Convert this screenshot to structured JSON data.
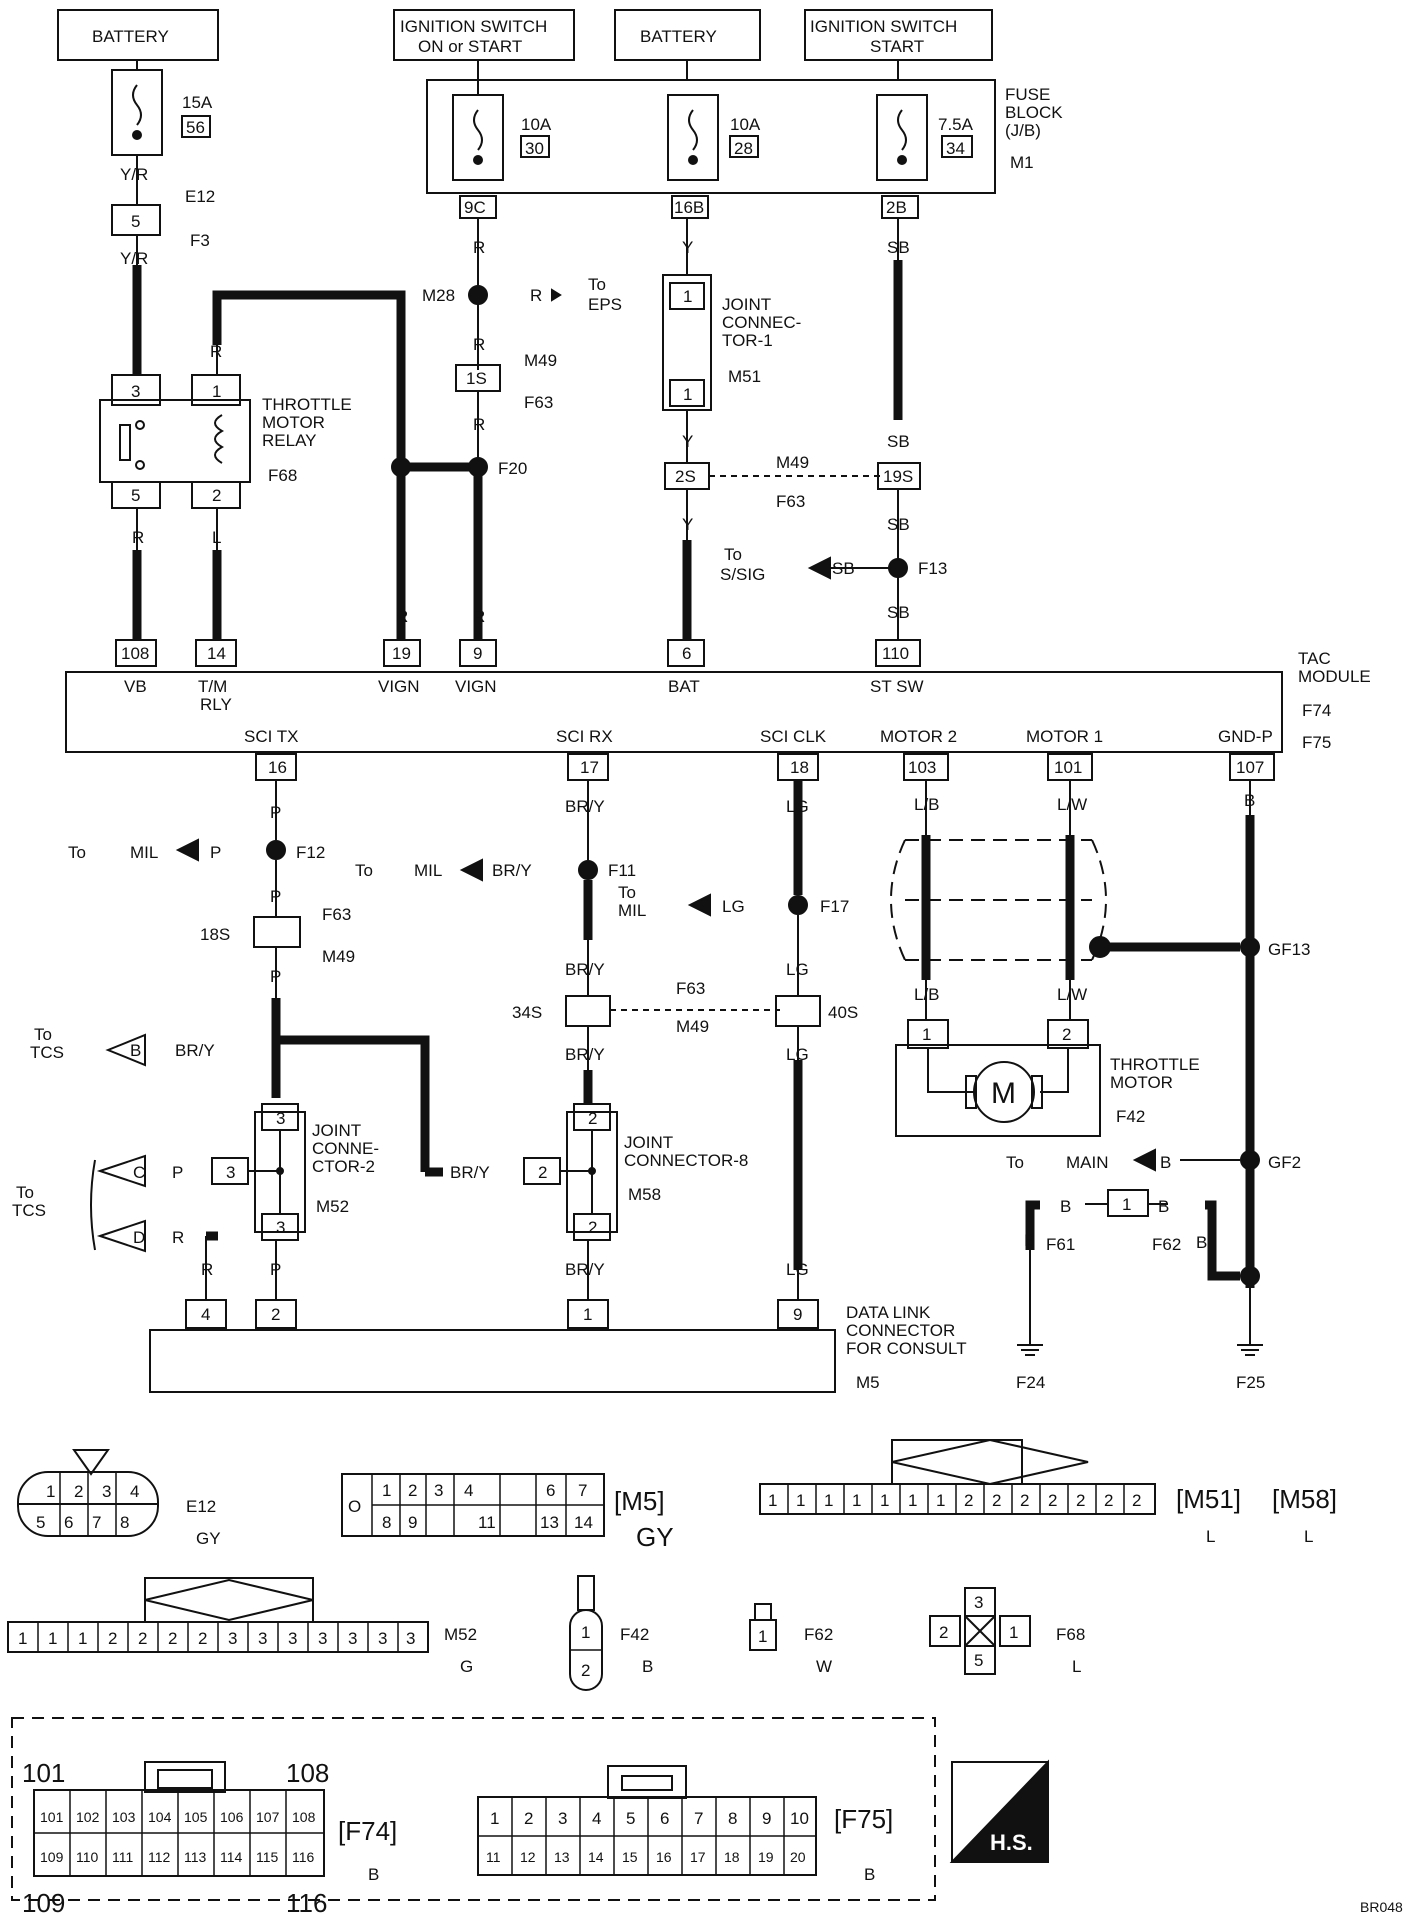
{
  "sources": [
    {
      "id": "s1",
      "label": "BATTERY"
    },
    {
      "id": "s2",
      "line1": "IGNITION SWITCH",
      "line2": "ON or START"
    },
    {
      "id": "s3",
      "label": "BATTERY"
    },
    {
      "id": "s4",
      "line1": "IGNITION SWITCH",
      "line2": "START"
    }
  ],
  "fuses": [
    {
      "amp": "15A",
      "num": "56"
    },
    {
      "amp": "10A",
      "num": "30"
    },
    {
      "amp": "10A",
      "num": "28"
    },
    {
      "amp": "7.5A",
      "num": "34"
    }
  ],
  "fuse_block": {
    "line1": "FUSE",
    "line2": "BLOCK",
    "line3": "(J/B)",
    "conn": "M1"
  },
  "terminals_top": {
    "t9c": "9C",
    "t16b": "16B",
    "t2b": "2B"
  },
  "wires": {
    "yr": "Y/R",
    "r": "R",
    "y": "Y",
    "sb": "SB",
    "l": "L",
    "p": "P",
    "bry": "BR/Y",
    "lg": "LG",
    "lb": "L/B",
    "lw": "L/W",
    "b": "B"
  },
  "connectors": {
    "e12": "E12",
    "f3": "F3",
    "m49": "M49",
    "f63": "F63",
    "m51": "M51",
    "f68": "F68",
    "f74": "F74",
    "f75": "F75",
    "m52": "M52",
    "m58": "M58",
    "m5": "M5",
    "f42": "F42",
    "f61": "F61",
    "f62": "F62",
    "f24": "F24",
    "f25": "F25"
  },
  "junctions": {
    "m28": "M28",
    "f20": "F20",
    "f13": "F13",
    "f12": "F12",
    "f11": "F11",
    "f17": "F17",
    "gf13": "GF13",
    "gf2": "GF2"
  },
  "pins": {
    "p5": "5",
    "p3": "3",
    "p1": "1",
    "p2": "2",
    "p1s": "1S",
    "p2s": "2S",
    "p19s": "19S",
    "p18s": "18S",
    "p34s": "34S",
    "p40s": "40S",
    "p108": "108",
    "p14": "14",
    "p19": "19",
    "p9": "9",
    "p6": "6",
    "p110": "110",
    "p16": "16",
    "p17": "17",
    "p18": "18",
    "p103": "103",
    "p101": "101",
    "p107": "107",
    "p4": "4"
  },
  "relay": {
    "line1": "THROTTLE",
    "line2": "MOTOR",
    "line3": "RELAY"
  },
  "joint1": {
    "line1": "JOINT",
    "line2": "CONNEC-",
    "line3": "TOR-1"
  },
  "joint2": {
    "line1": "JOINT",
    "line2": "CONNE-",
    "line3": "CTOR-2"
  },
  "joint8": {
    "line1": "JOINT",
    "line2": "CONNECTOR-8"
  },
  "motor": {
    "line1": "THROTTLE",
    "line2": "MOTOR",
    "symbol": "M"
  },
  "dlc": {
    "line1": "DATA LINK",
    "line2": "CONNECTOR",
    "line3": "FOR CONSULT"
  },
  "tac": {
    "line1": "TAC",
    "line2": "MODULE"
  },
  "module_pins_top": {
    "vb": "VB",
    "tm": "T/M",
    "rly": "RLY",
    "vign1": "VIGN",
    "vign2": "VIGN",
    "bat": "BAT",
    "stsw": "ST SW"
  },
  "module_pins_bottom": {
    "scitx": "SCI TX",
    "scirx": "SCI RX",
    "sciclk": "SCI CLK",
    "motor2": "MOTOR 2",
    "motor1": "MOTOR 1",
    "gndp": "GND-P"
  },
  "to_labels": {
    "to": "To",
    "eps": "EPS",
    "ssig": "S/SIG",
    "mil": "MIL",
    "tcs": "TCS",
    "main": "MAIN"
  },
  "tcs_arrows": {
    "b": "B",
    "c": "C",
    "d": "D"
  },
  "face_e12": {
    "top": [
      "1",
      "2",
      "3",
      "4"
    ],
    "bottom": [
      "5",
      "6",
      "7",
      "8"
    ],
    "color": "GY"
  },
  "face_m5": {
    "top": [
      "1",
      "2",
      "3",
      "4",
      "",
      "6",
      "7"
    ],
    "bottom": [
      "8",
      "9",
      "",
      "11",
      "",
      "13",
      "14"
    ],
    "name": "[M5]",
    "color": "GY",
    "o": "O"
  },
  "face_m51": {
    "cells": [
      "1",
      "1",
      "1",
      "1",
      "1",
      "1",
      "1",
      "2",
      "2",
      "2",
      "2",
      "2",
      "2",
      "2"
    ],
    "name1": "[M51]",
    "name2": "[M58]",
    "color1": "L",
    "color2": "L"
  },
  "face_m52": {
    "cells": [
      "1",
      "1",
      "1",
      "2",
      "2",
      "2",
      "2",
      "3",
      "3",
      "3",
      "3",
      "3",
      "3",
      "3"
    ],
    "color": "G"
  },
  "face_f42": {
    "cells": [
      "1",
      "2"
    ],
    "color": "B"
  },
  "face_f62": {
    "cells": [
      "1"
    ],
    "color": "W"
  },
  "face_f68": {
    "top": "3",
    "left": "2",
    "right": "1",
    "bottom": "5",
    "color": "L"
  },
  "face_f74": {
    "row1": [
      "101",
      "102",
      "103",
      "104",
      "105",
      "106",
      "107",
      "108"
    ],
    "row2": [
      "109",
      "110",
      "111",
      "112",
      "113",
      "114",
      "115",
      "116"
    ],
    "tl": "101",
    "tr": "108",
    "bl": "109",
    "br": "116",
    "name": "[F74]",
    "color": "B"
  },
  "face_f75": {
    "row1": [
      "1",
      "2",
      "3",
      "4",
      "5",
      "6",
      "7",
      "8",
      "9",
      "10"
    ],
    "row2": [
      "11",
      "12",
      "13",
      "14",
      "15",
      "16",
      "17",
      "18",
      "19",
      "20"
    ],
    "name": "[F75]",
    "color": "B"
  },
  "hs": "H.S.",
  "code": "BR048"
}
